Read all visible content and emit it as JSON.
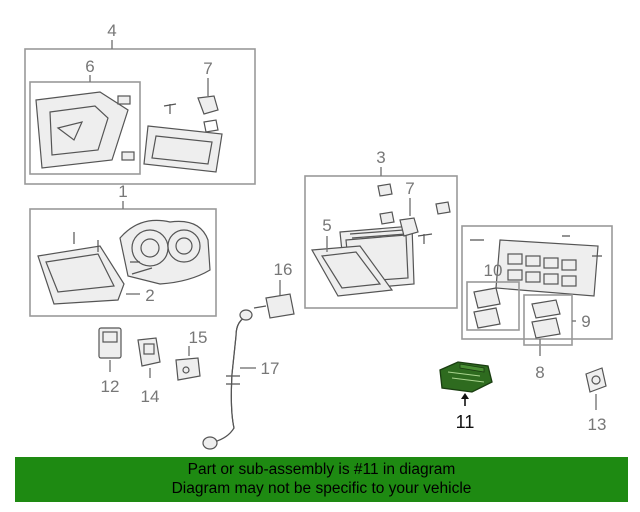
{
  "diagram": {
    "callouts": {
      "c1": "1",
      "c2": "2",
      "c3": "3",
      "c4": "4",
      "c5": "5",
      "c6": "6",
      "c7a": "7",
      "c7b": "7",
      "c8": "8",
      "c9": "9",
      "c10": "10",
      "c11": "11",
      "c12": "12",
      "c13": "13",
      "c14": "14",
      "c15": "15",
      "c16": "16",
      "c17": "17"
    },
    "highlight_part": "11",
    "highlight_color": "#2e6b1f",
    "banner_color": "#1e8a12"
  },
  "banner": {
    "line1": "Part or sub-assembly is #11 in diagram",
    "line2": "Diagram may not be specific to your vehicle"
  }
}
